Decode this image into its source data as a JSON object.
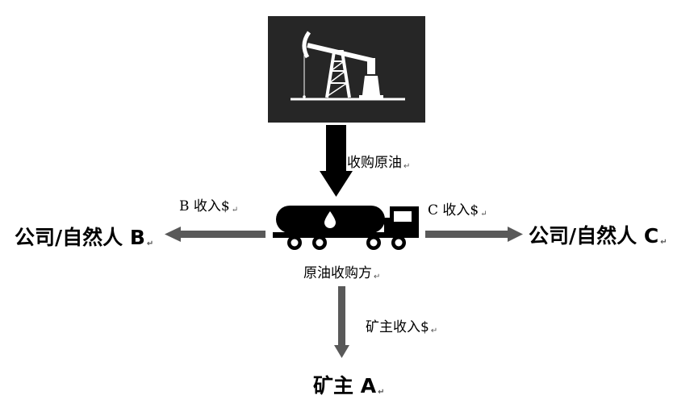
{
  "colors": {
    "panel": "#262626",
    "arrow_dark": "#000000",
    "arrow_gray": "#595959",
    "icon": "#ffffff"
  },
  "icons": {
    "oil_well": "oil-pump-jack-icon",
    "tanker": "oil-tanker-truck-icon"
  },
  "labels": {
    "purchase_crude": "收购原油",
    "buyer": "原油收购方",
    "b_income": "B 收入$",
    "c_income": "C 收入$",
    "owner_income": "矿主收入$",
    "party_b": "公司/自然人 B",
    "party_c": "公司/自然人 C",
    "owner_a": "矿主 A",
    "return_mark": "↵"
  }
}
